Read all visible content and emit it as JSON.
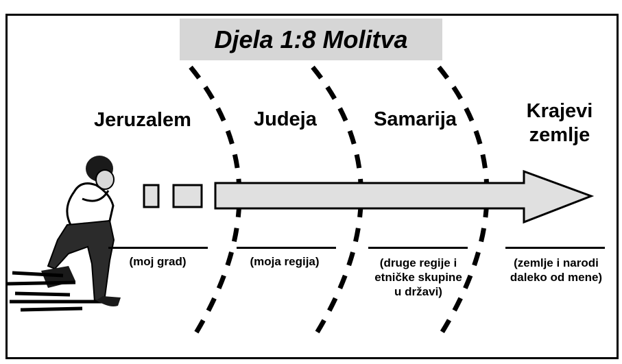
{
  "title": "Djela 1:8 Molitva",
  "regions": [
    {
      "name": "Jeruzalem",
      "desc": "(moj grad)"
    },
    {
      "name": "Judeja",
      "desc": "(moja regija)"
    },
    {
      "name": "Samarija",
      "desc_lines": [
        "(druge regije i",
        "etničke skupine",
        "u državi)"
      ]
    },
    {
      "name_lines": [
        "Krajevi",
        "zemlje"
      ],
      "desc_lines": [
        "(zemlje i narodi",
        "daleko od mene)"
      ]
    }
  ],
  "colors": {
    "title_box": "#d6d6d6",
    "arrow_fill": "#e0e0e0",
    "ink": "#000000"
  },
  "icons": [
    "praying-man-icon"
  ]
}
